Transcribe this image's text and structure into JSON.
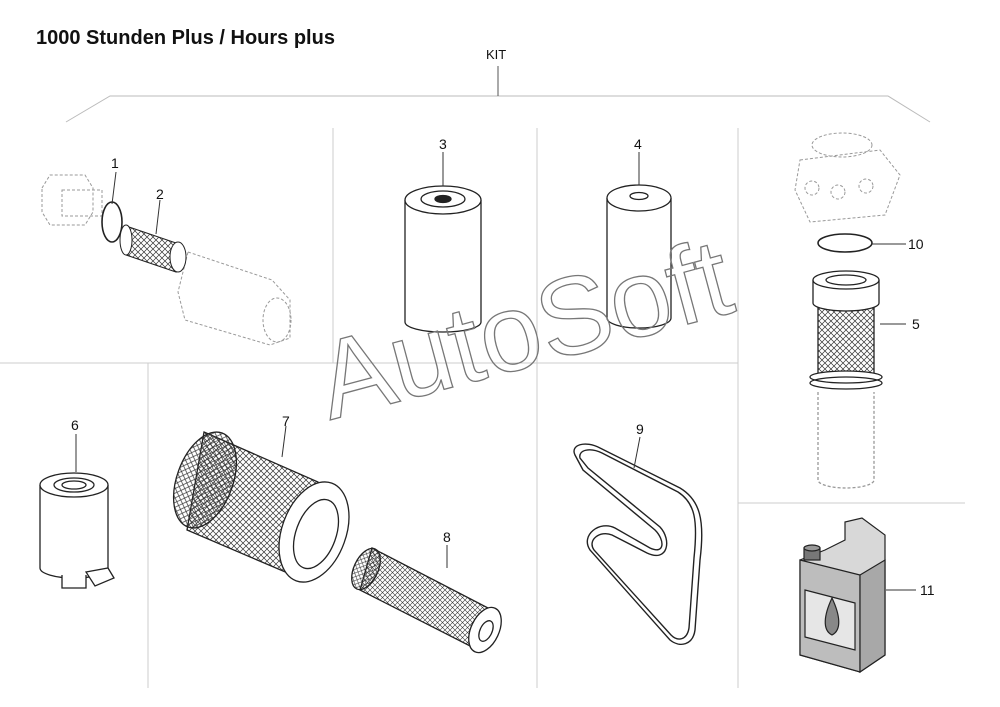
{
  "title": "1000 Stunden Plus / Hours plus",
  "kit_label": "KIT",
  "watermark": "AutoSoft",
  "parts": [
    {
      "number": "1",
      "icon": "o-ring-icon"
    },
    {
      "number": "2",
      "icon": "mesh-strainer-icon"
    },
    {
      "number": "3",
      "icon": "spin-on-filter-icon"
    },
    {
      "number": "4",
      "icon": "filter-cartridge-icon"
    },
    {
      "number": "5",
      "icon": "hydraulic-filter-element-icon"
    },
    {
      "number": "6",
      "icon": "fuel-filter-icon"
    },
    {
      "number": "7",
      "icon": "air-filter-outer-icon"
    },
    {
      "number": "8",
      "icon": "air-filter-inner-icon"
    },
    {
      "number": "9",
      "icon": "drive-belt-icon"
    },
    {
      "number": "10",
      "icon": "seal-ring-icon"
    },
    {
      "number": "11",
      "icon": "oil-canister-icon"
    }
  ],
  "colors": {
    "line": "#333333",
    "ghost": "#999999",
    "divider": "#cccccc"
  }
}
